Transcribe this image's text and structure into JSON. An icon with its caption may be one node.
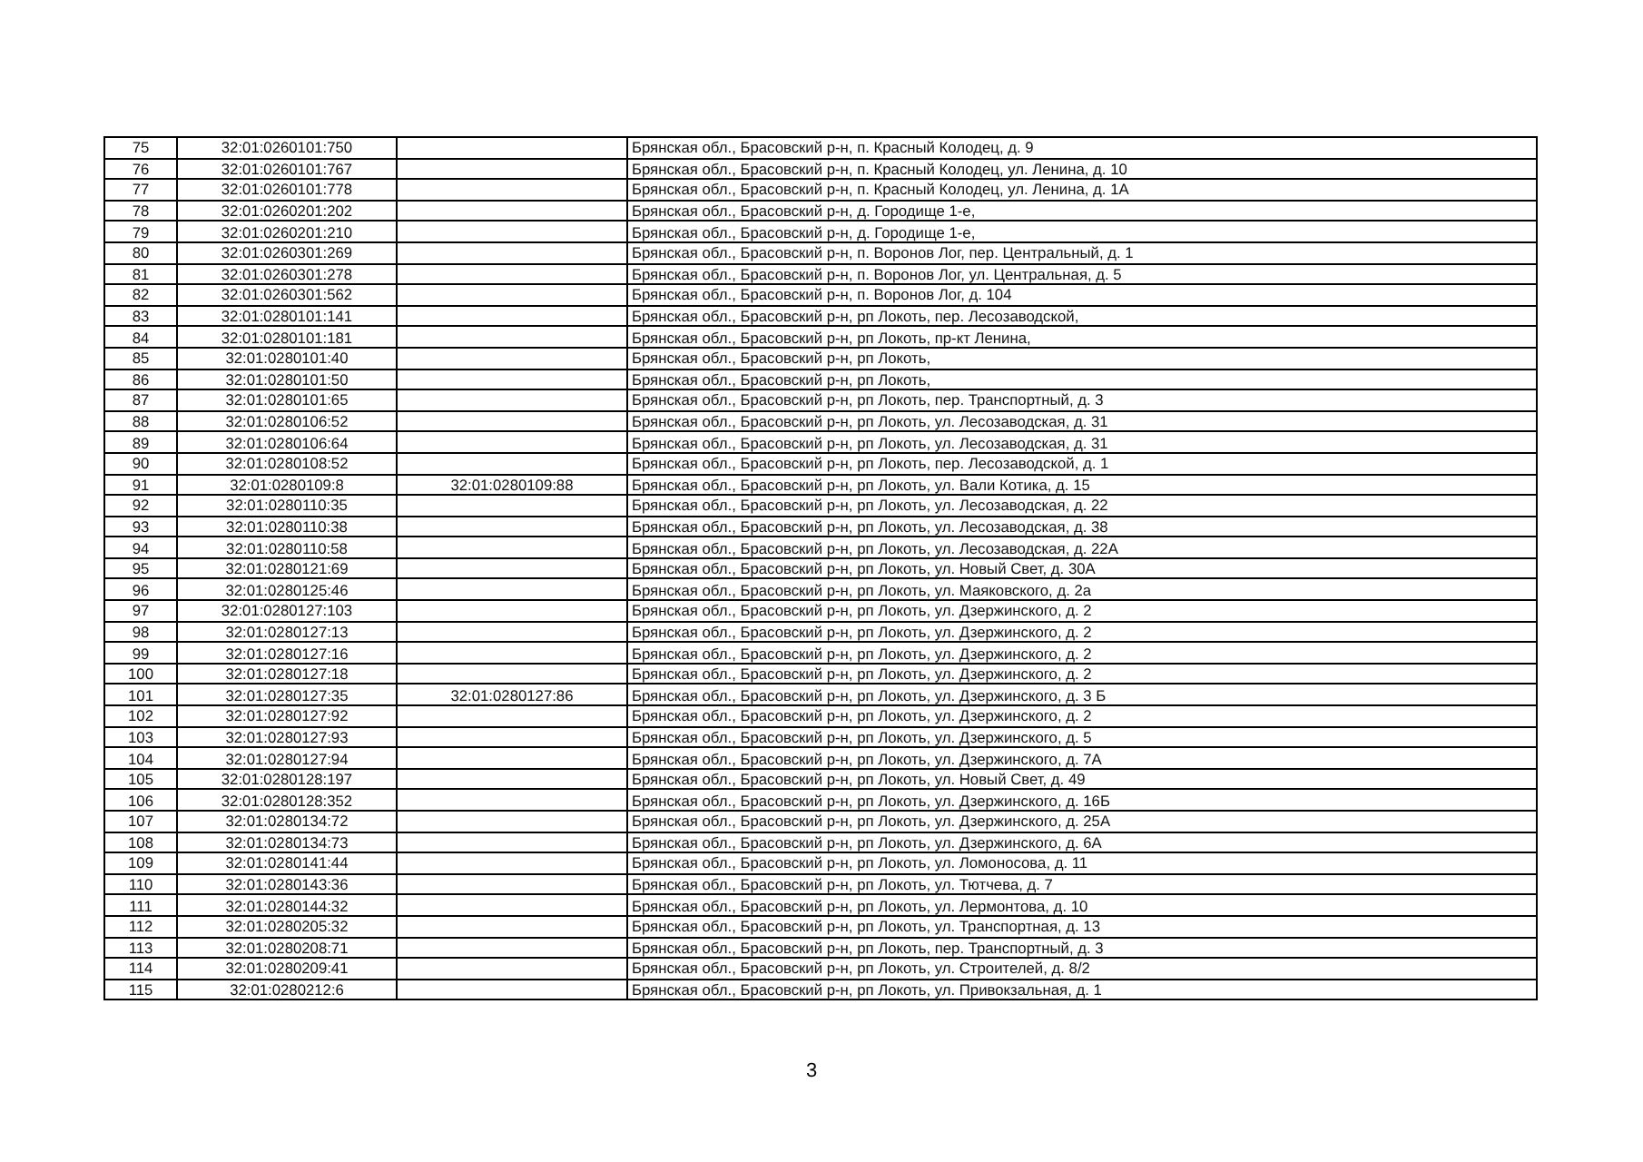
{
  "diagram": {
    "labels": [
      "75",
      "32:01:0260101:750",
      "Брянская обл., Брасовский р-н, п. Красный Колодец, д. 9",
      "76",
      "32:01:0260101:767",
      "Брянская обл., Брасовский р-н, п. Красный Колодец, ул. Ленина, д. 10",
      "77",
      "32:01:0260101:778",
      "Брянская обл., Брасовский р-н, п. Красный Колодец, ул. Ленина, д. 1А",
      "78",
      "32:01:0260201:202",
      "Брянская обл., Брасовский р-н, д. Городище 1-е,",
      "79",
      "32:01:0260201:210",
      "Брянская обл., Брасовский р-н, д. Городище 1-е,",
      "80",
      "32:01:0260301:269",
      "Брянская обл., Брасовский р-н, п. Воронов Лог, пер. Центральный, д. 1",
      "81",
      "32:01:0260301:278",
      "Брянская обл., Брасовский р-н, п. Воронов Лог, ул. Центральная, д. 5",
      "82",
      "32:01:0260301:562",
      "Брянская обл., Брасовский р-н, п. Воронов Лог, д. 104",
      "83",
      "32:01:0280101:141",
      "Брянская обл., Брасовский р-н, рп Локоть, пер. Лесозаводской,",
      "84",
      "32:01:0280101:181",
      "Брянская обл., Брасовский р-н, рп Локоть, пр-кт Ленина,",
      "85",
      "32:01:0280101:40",
      "Брянская обл., Брасовский р-н, рп Локоть,",
      "86",
      "32:01:0280101:50",
      "Брянская обл., Брасовский р-н, рп Локоть,",
      "87",
      "32:01:0280101:65",
      "Брянская обл., Брасовский р-н, рп Локоть, пер. Транспортный, д. 3",
      "88",
      "32:01:0280106:52",
      "Брянская обл., Брасовский р-н, рп Локоть, ул. Лесозаводская, д. 31",
      "89",
      "32:01:0280106:64",
      "Брянская обл., Брасовский р-н, рп Локоть, ул. Лесозаводская, д. 31",
      "90",
      "32:01:0280108:52",
      "Брянская обл., Брасовский р-н, рп Локоть, пер. Лесозаводской, д. 1",
      "91",
      "32:01:0280109:8",
      "32:01:0280109:88",
      "Брянская обл., Брасовский р-н, рп Локоть, ул. Вали Котика, д. 15",
      "92",
      "32:01:0280110:35",
      "Брянская обл., Брасовский р-н, рп Локоть, ул. Лесозаводская, д. 22",
      "93",
      "32:01:0280110:38",
      "Брянская обл., Брасовский р-н, рп Локоть, ул. Лесозаводская, д. 38",
      "94",
      "32:01:0280110:58",
      "Брянская обл., Брасовский р-н, рп Локоть, ул. Лесозаводская, д. 22А",
      "95",
      "32:01:0280121:69",
      "Брянская обл., Брасовский р-н, рп Локоть, ул. Новый Свет, д. 30А",
      "96",
      "32:01:0280125:46",
      "Брянская обл., Брасовский р-н, рп Локоть, ул. Маяковского, д. 2а",
      "97",
      "32:01:0280127:103",
      "Брянская обл., Брасовский р-н, рп Локоть, ул. Дзержинского, д. 2",
      "98",
      "32:01:0280127:13",
      "Брянская обл., Брасовский р-н, рп Локоть, ул. Дзержинского, д. 2",
      "99",
      "32:01:0280127:16",
      "Брянская обл., Брасовский р-н, рп Локоть, ул. Дзержинского, д. 2",
      "100",
      "32:01:0280127:18",
      "Брянская обл., Брасовский р-н, рп Локоть, ул. Дзержинского, д. 2",
      "101",
      "32:01:0280127:35",
      "32:01:0280127:86",
      "Брянская обл., Брасовский р-н, рп Локоть, ул. Дзержинского, д. 3 Б",
      "102",
      "32:01:0280127:92",
      "Брянская обл., Брасовский р-н, рп Локоть, ул. Дзержинского, д. 2",
      "103",
      "32:01:0280127:93",
      "Брянская обл., Брасовский р-н, рп Локоть, ул. Дзержинского, д. 5",
      "104",
      "32:01:0280127:94",
      "Брянская обл., Брасовский р-н, рп Локоть, ул. Дзержинского, д. 7А",
      "105",
      "32:01:0280128:197",
      "Брянская обл., Брасовский р-н, рп Локоть, ул. Новый Свет, д. 49",
      "106",
      "32:01:0280128:352",
      "Брянская обл., Брасовский р-н, рп Локоть, ул. Дзержинского, д. 16Б",
      "107",
      "32:01:0280134:72",
      "Брянская обл., Брасовский р-н, рп Локоть, ул. Дзержинского, д. 25А",
      "108",
      "32:01:0280134:73",
      "Брянская обл., Брасовский р-н, рп Локоть, ул. Дзержинского, д. 6А",
      "109",
      "32:01:0280141:44",
      "Брянская обл., Брасовский р-н, рп Локоть, ул. Ломоносова, д. 11",
      "110",
      "32:01:0280143:36",
      "Брянская обл., Брасовский р-н, рп Локоть, ул. Тютчева, д. 7",
      "111",
      "32:01:0280144:32",
      "Брянская обл., Брасовский р-н, рп Локоть, ул. Лермонтова, д. 10",
      "112",
      "32:01:0280205:32",
      "Брянская обл., Брасовский р-н, рп Локоть, ул. Транспортная, д. 13",
      "113",
      "32:01:0280208:71",
      "Брянская обл., Брасовский р-н, рп Локоть, пер. Транспортный, д. 3",
      "114",
      "32:01:0280209:41",
      "Брянская обл., Брасовский р-н, рп Локоть, ул. Строителей, д. 8/2",
      "115",
      "32:01:0280212:6",
      "Брянская обл., Брасовский р-н, рп Локоть, ул. Привокзальная, д. 1",
      "3"
    ]
  }
}
